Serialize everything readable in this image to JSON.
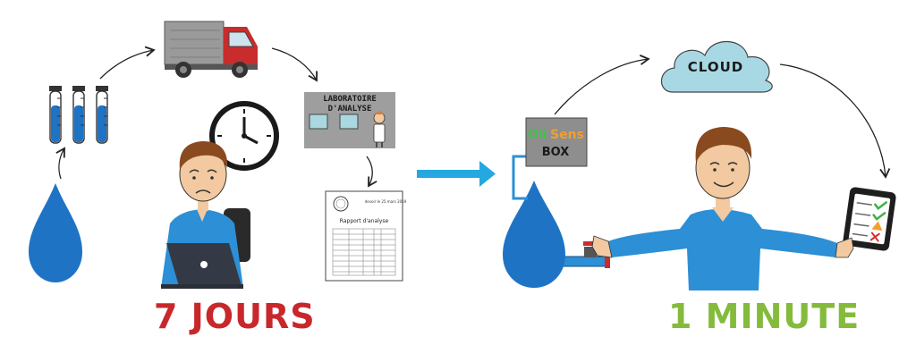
{
  "colors": {
    "water": "#1f73c4",
    "red_caption": "#c8282b",
    "green_caption": "#84bb3c",
    "arrow_blue": "#25a8e0",
    "cloud_fill": "#a9d8e5",
    "shirt": "#2d8fd5",
    "lab_grey": "#9e9e9e",
    "box_grey": "#8e8e8e",
    "oli_green": "#43c04a",
    "sens_orange": "#f0a030"
  },
  "lab": {
    "title_line1": "LABORATOIRE",
    "title_line2": "D'ANALYSE"
  },
  "report": {
    "date": "devoir le 25 mars 2019",
    "title": "Rapport d'analyse"
  },
  "box": {
    "brand_oli": "Oli",
    "brand_sens": "Sens",
    "label": "BOX"
  },
  "cloud": {
    "label": "CLOUD"
  },
  "captions": {
    "traditional": "7 JOURS",
    "olisens": "1 MINUTE"
  }
}
